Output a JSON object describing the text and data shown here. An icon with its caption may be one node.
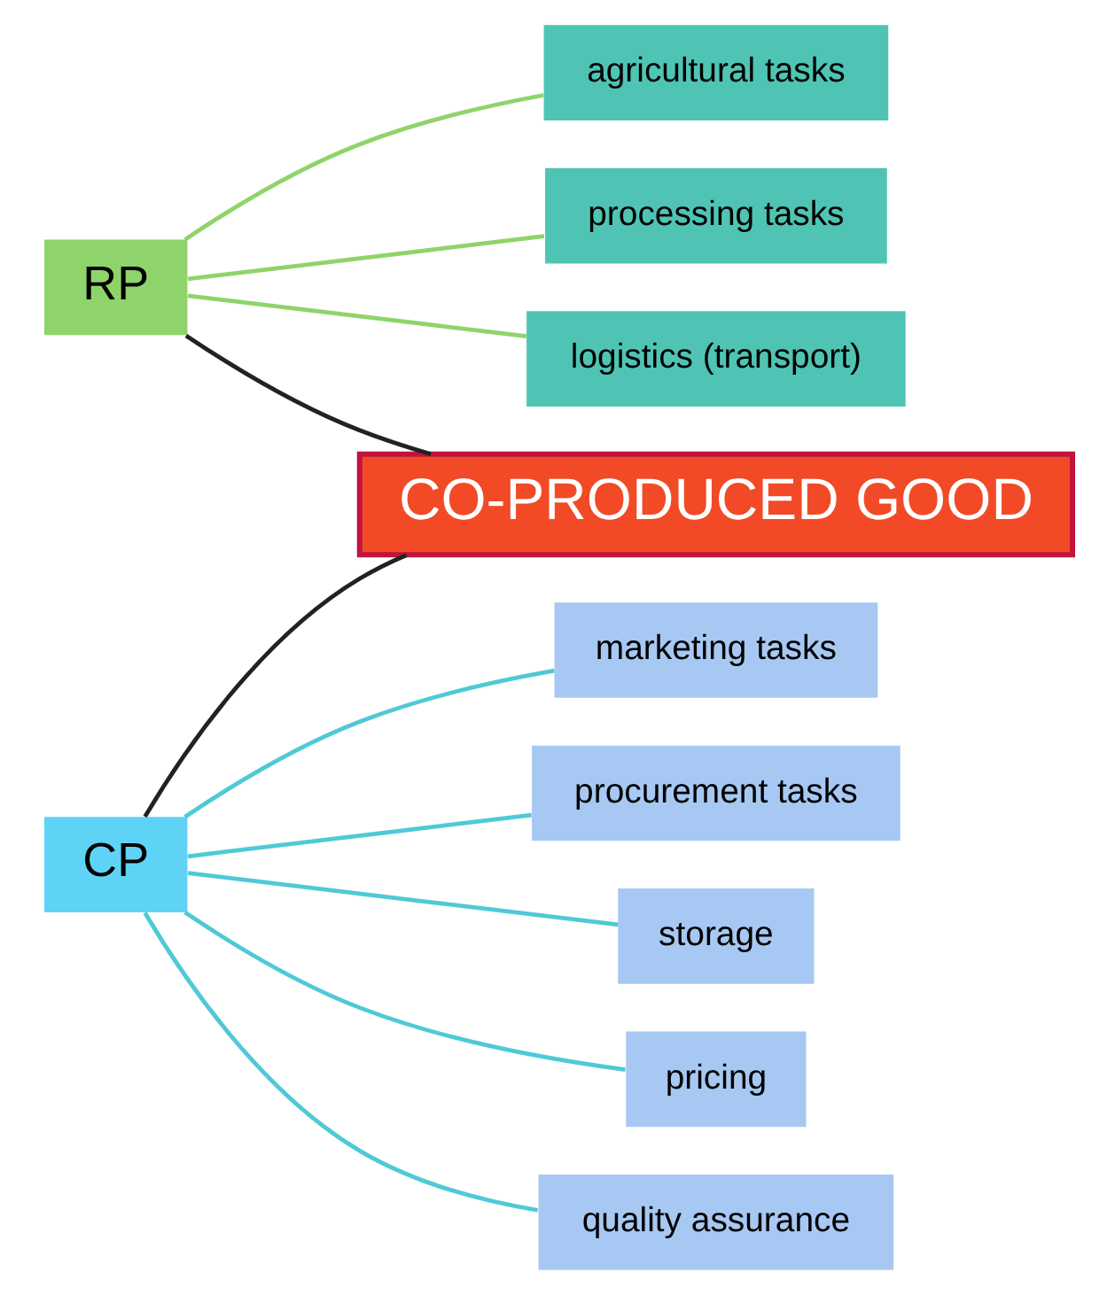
{
  "diagram": {
    "nodes": [
      {
        "text": [
          "RP"
        ]
      },
      {
        "text": [
          "CP"
        ]
      },
      {
        "text": [
          "agricultural tasks"
        ]
      },
      {
        "text": [
          "processing tasks"
        ]
      },
      {
        "text": [
          "logistics (transport)"
        ]
      },
      {
        "text": [
          "marketing tasks"
        ]
      },
      {
        "text": [
          "procurement tasks"
        ]
      },
      {
        "text": [
          "storage"
        ]
      },
      {
        "text": [
          "pricing"
        ]
      },
      {
        "text": [
          "quality assurance"
        ]
      },
      {
        "text": [
          "CO-PRODUCED GOOD"
        ]
      }
    ],
    "edges": [
      {
        "from": 0,
        "to": 2,
        "arrow": "none",
        "color": "#8fd46a"
      },
      {
        "from": 0,
        "to": 3,
        "arrow": "none",
        "color": "#8fd46a"
      },
      {
        "from": 0,
        "to": 4,
        "arrow": "none",
        "color": "#8fd46a"
      },
      {
        "from": 1,
        "to": 5,
        "arrow": "none"
      },
      {
        "from": 1,
        "to": 6,
        "arrow": "none"
      },
      {
        "from": 1,
        "to": 7,
        "arrow": "none"
      },
      {
        "from": 1,
        "to": 8,
        "arrow": "none"
      },
      {
        "from": 1,
        "to": 9,
        "arrow": "none"
      },
      {
        "from": 0,
        "to": 10,
        "arrow": "none",
        "color": "#222222"
      },
      {
        "from": 1,
        "to": 10,
        "arrow": "none",
        "color": "#222222"
      }
    ]
  }
}
